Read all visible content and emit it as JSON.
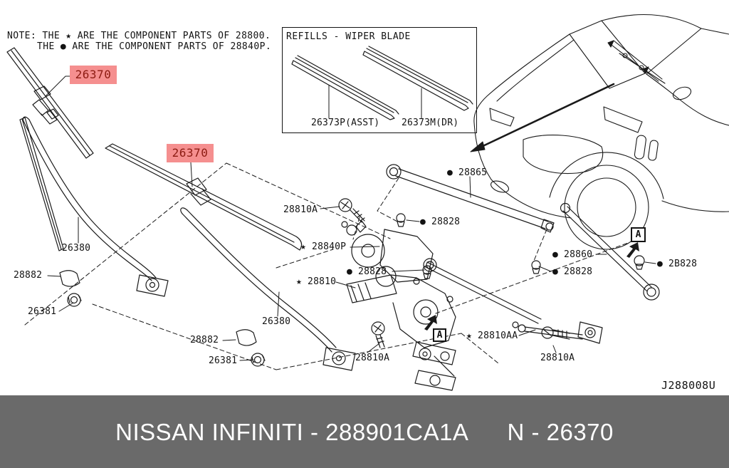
{
  "note": {
    "line1": "NOTE: THE ★ ARE THE COMPONENT PARTS OF 28800.",
    "line2": "THE ● ARE THE COMPONENT PARTS OF 28840P."
  },
  "refills": {
    "title": "REFILLS - WIPER BLADE",
    "part1": "26373P(ASST)",
    "part2": "26373M(DR)"
  },
  "parts": {
    "blade_sel_1": "26370",
    "blade_sel_2": "26370",
    "p28865": "● 28865",
    "p28810a_top": "28810A",
    "p28828_a": "● 28828",
    "p28840p": "★ 28840P",
    "p28828_b": "● 28828",
    "p28810": "★ 28810",
    "p26380_l": "26380",
    "p28882_l": "28882",
    "p26381_l": "26381",
    "p26380_c": "26380",
    "p28882_c": "28882",
    "p26381_c": "26381",
    "p28810a_mid": "28810A",
    "p28810aa": "★ 28810AA",
    "p28810a_right": "28810A",
    "p28860": "● 28860",
    "p28828_c": "● 28828",
    "p2b828": "● 2B828"
  },
  "abox": "A",
  "diagram_code": "J288008U",
  "footer": {
    "left": "NISSAN INFINITI - 288901CA1A",
    "right": "N - 26370"
  },
  "colors": {
    "highlight_bg": "#f58f8f",
    "highlight_text": "#8c1b12",
    "line": "#1a1a1a",
    "footer_bg": "#6a6a6a",
    "footer_text": "#ffffff"
  }
}
